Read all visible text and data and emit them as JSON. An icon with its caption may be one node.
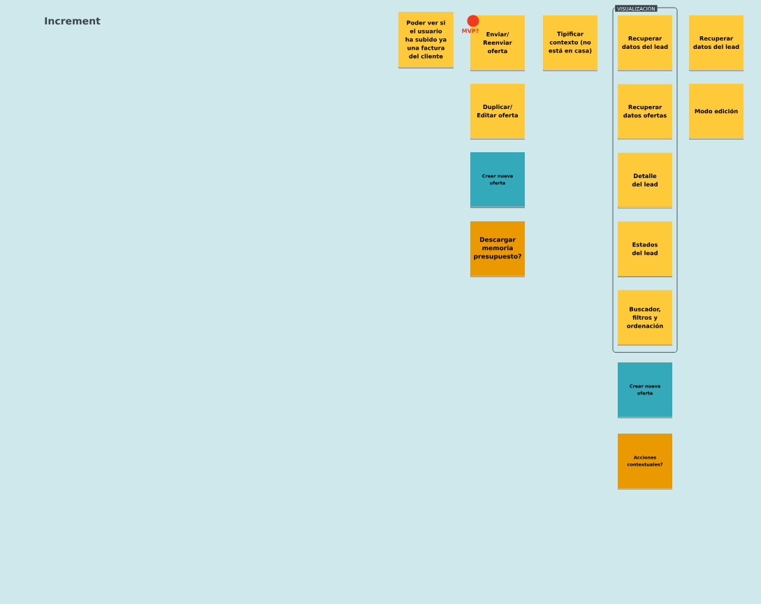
{
  "diagram": {
    "title": "Increment",
    "nodes": [
      {
        "text": [
          "Poder ver si el usuario ha subido ya una factura del cliente"
        ]
      },
      {
        "text": [
          "Enviar/ Reenviar oferta"
        ],
        "beside": [
          "MVP?"
        ]
      },
      {
        "text": [
          "Tipificar contexto (no está en casa)"
        ]
      },
      {
        "text": [
          "VISUALIZACIÓN"
        ]
      },
      {
        "text": [
          "Recuperar datos del lead"
        ],
        "in": 3
      },
      {
        "text": [
          "Recuperar datos del lead"
        ]
      },
      {
        "text": [
          "Duplicar/ Editar oferta"
        ]
      },
      {
        "text": [
          "Recuperar datos ofertas"
        ],
        "in": 3
      },
      {
        "text": [
          "Modo edición"
        ]
      },
      {
        "text": [
          "Crear nueva oferta"
        ]
      },
      {
        "text": [
          "Detalle del lead"
        ],
        "in": 3
      },
      {
        "text": [
          "Descargar memoria presupuesto?"
        ]
      },
      {
        "text": [
          "Estados del lead"
        ],
        "in": 3
      },
      {
        "text": [
          "Buscador, filtros y ordenación"
        ],
        "in": 3
      },
      {
        "text": [
          "Crear nueva oferta"
        ]
      },
      {
        "text": [
          "Acciones contextuales?"
        ]
      }
    ]
  }
}
